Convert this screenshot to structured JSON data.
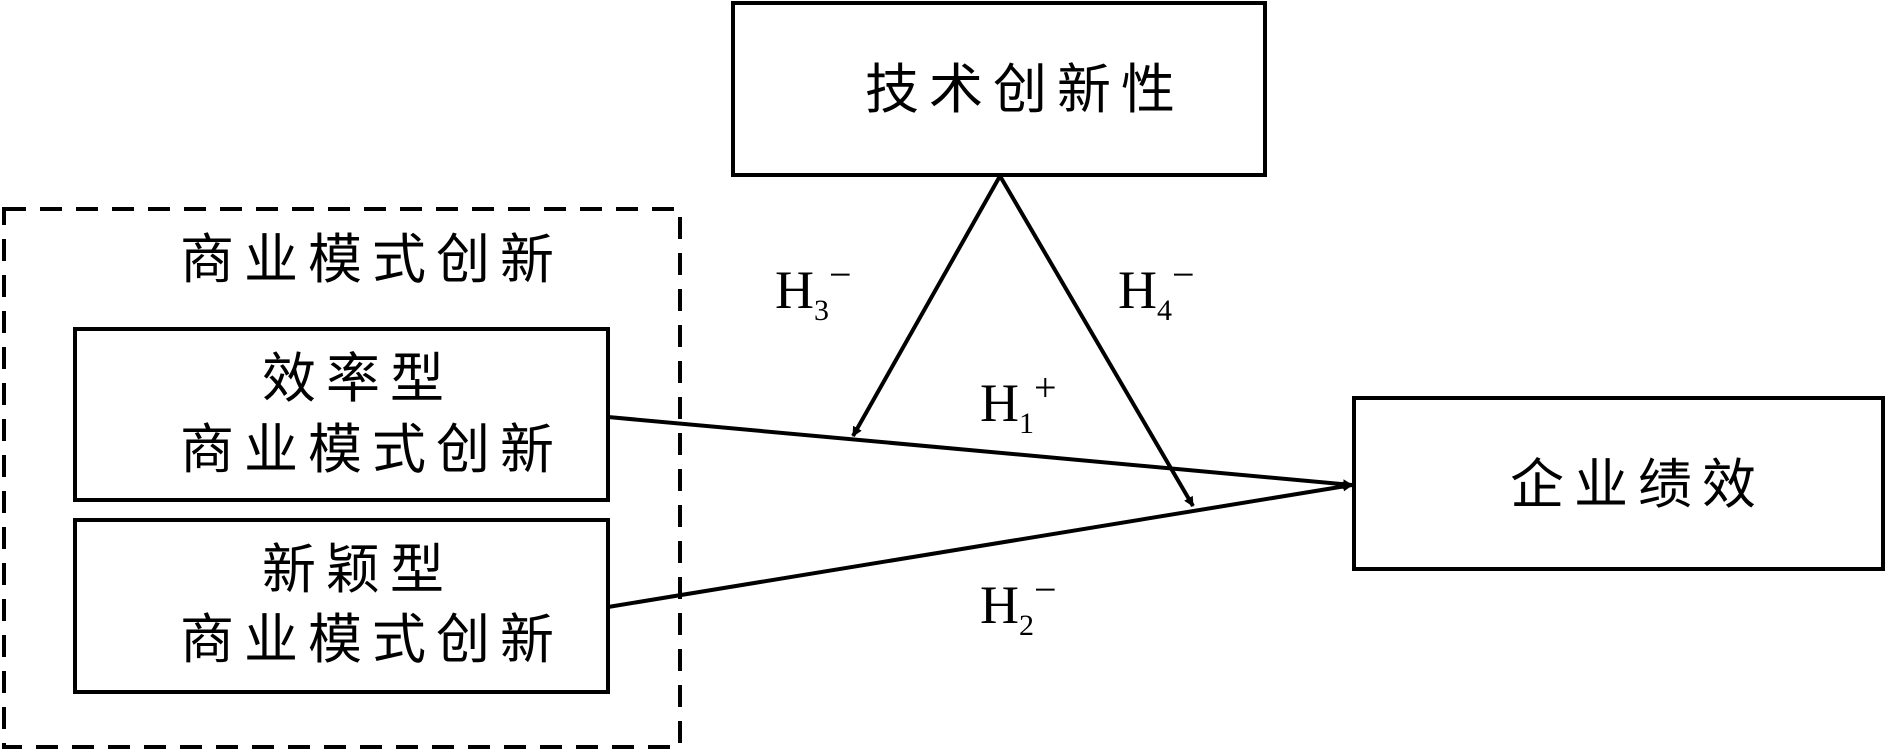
{
  "nodes": {
    "tech_innovation": "技术创新性",
    "bm_innovation_group": "商业模式创新",
    "efficiency_bm": {
      "line1": "效率型",
      "line2": "商业模式创新"
    },
    "novelty_bm": {
      "line1": "新颖型",
      "line2": "商业模式创新"
    },
    "firm_performance": "企业绩效"
  },
  "hypotheses": {
    "h1": {
      "letter": "H",
      "index": "1",
      "sign": "+"
    },
    "h2": {
      "letter": "H",
      "index": "2",
      "sign": "−"
    },
    "h3": {
      "letter": "H",
      "index": "3",
      "sign": "−"
    },
    "h4": {
      "letter": "H",
      "index": "4",
      "sign": "−"
    }
  }
}
